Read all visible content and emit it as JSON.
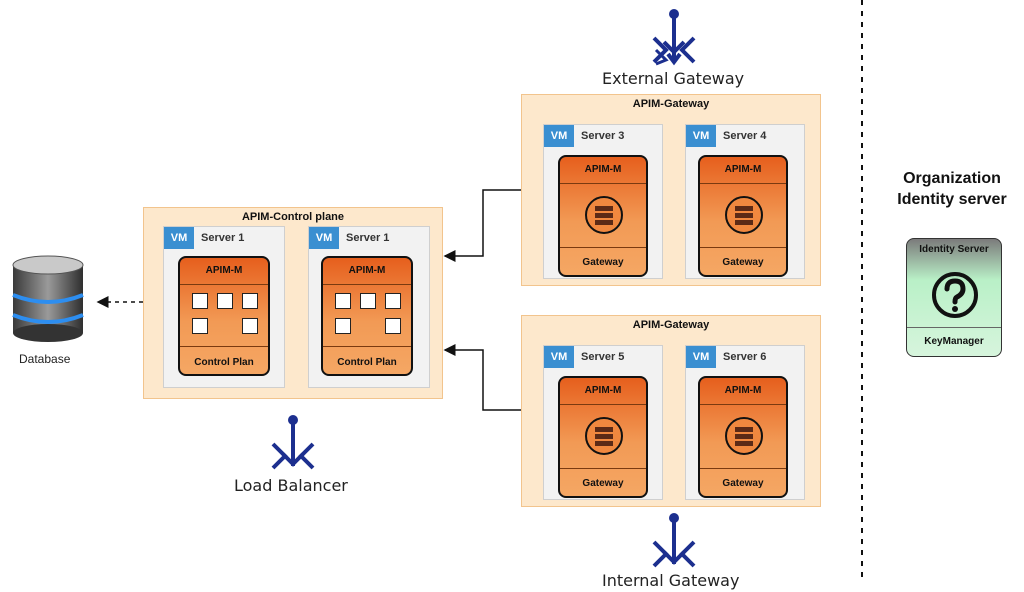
{
  "labels": {
    "external_gateway": "External Gateway",
    "internal_gateway": "Internal Gateway",
    "load_balancer": "Load Balancer",
    "database": "Database",
    "org_line1": "Organization",
    "org_line2": "Identity server"
  },
  "control_plane": {
    "title": "APIM-Control plane",
    "servers": [
      {
        "vm": "VM",
        "name": "Server 1",
        "module_title": "APIM-M",
        "module_footer": "Control Plan"
      },
      {
        "vm": "VM",
        "name": "Server 1",
        "module_title": "APIM-M",
        "module_footer": "Control Plan"
      }
    ]
  },
  "gateway_top": {
    "title": "APIM-Gateway",
    "servers": [
      {
        "vm": "VM",
        "name": "Server 3",
        "module_title": "APIM-M",
        "module_footer": "Gateway"
      },
      {
        "vm": "VM",
        "name": "Server 4",
        "module_title": "APIM-M",
        "module_footer": "Gateway"
      }
    ]
  },
  "gateway_bottom": {
    "title": "APIM-Gateway",
    "servers": [
      {
        "vm": "VM",
        "name": "Server 5",
        "module_title": "APIM-M",
        "module_footer": "Gateway"
      },
      {
        "vm": "VM",
        "name": "Server 6",
        "module_title": "APIM-M",
        "module_footer": "Gateway"
      }
    ]
  },
  "identity_server": {
    "header": "Identity Server",
    "icon": "question-mark-icon",
    "footer": "KeyManager"
  },
  "colors": {
    "group_fill": "#fde8cc",
    "vm_badge": "#3a8fd1",
    "module_orange": "#e65f1d",
    "gateway_icon_blue": "#1c2f8f"
  }
}
